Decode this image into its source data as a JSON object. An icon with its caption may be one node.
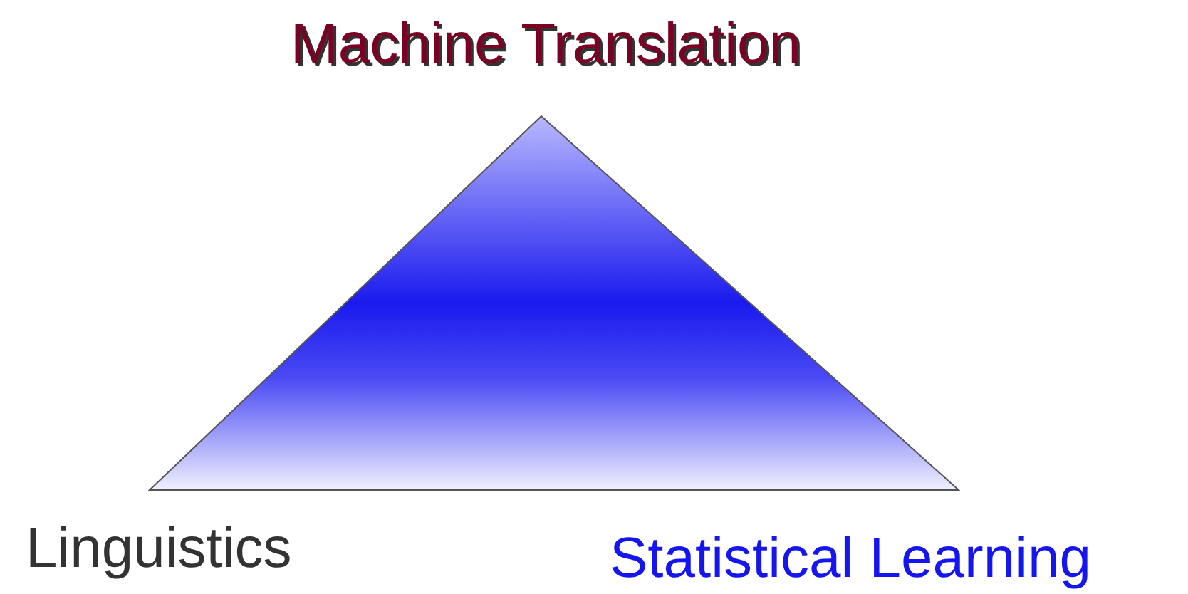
{
  "diagram": {
    "title": "Machine Translation",
    "nodes": [
      {
        "text": [],
        "shape": "triangle"
      }
    ],
    "labels": [
      "Linguistics",
      "Statistical Learning"
    ]
  }
}
